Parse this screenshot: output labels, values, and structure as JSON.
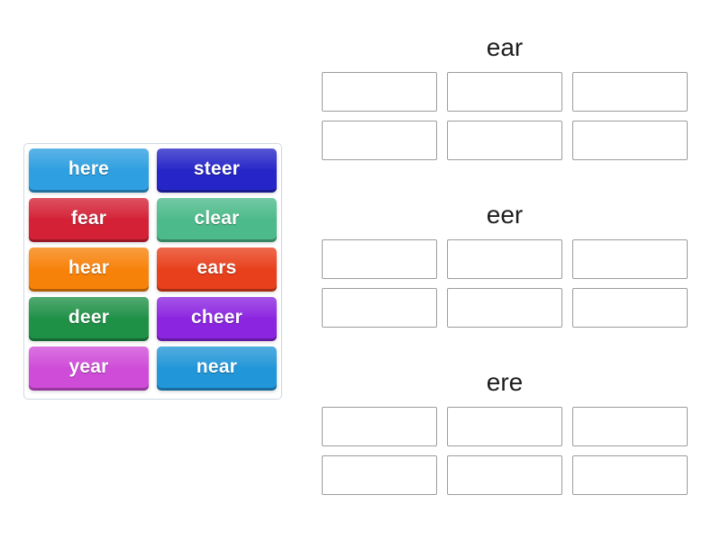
{
  "activity": {
    "type": "word-sort-drag-and-drop",
    "tile_text_color": "#ffffff",
    "panel_border_color": "#cfd9e0",
    "slot_border_color": "#9c9c9c",
    "heading_color": "#1d1d1d",
    "background_color": "#ffffff"
  },
  "word_bank": {
    "rows": [
      [
        {
          "label": "here",
          "color": "#2e9fe0"
        },
        {
          "label": "steer",
          "color": "#2626c8"
        }
      ],
      [
        {
          "label": "fear",
          "color": "#d42136"
        },
        {
          "label": "clear",
          "color": "#4cba8a"
        }
      ],
      [
        {
          "label": "hear",
          "color": "#f7820a"
        },
        {
          "label": "ears",
          "color": "#e8401c"
        }
      ],
      [
        {
          "label": "deer",
          "color": "#1f9147"
        },
        {
          "label": "cheer",
          "color": "#8b25e0"
        }
      ],
      [
        {
          "label": "year",
          "color": "#cf4cd8"
        },
        {
          "label": "near",
          "color": "#2196d8"
        }
      ]
    ]
  },
  "groups": [
    {
      "id": "ear",
      "title": "ear",
      "slot_rows": [
        [
          {
            "value": ""
          },
          {
            "value": ""
          },
          {
            "value": ""
          }
        ],
        [
          {
            "value": ""
          },
          {
            "value": ""
          },
          {
            "value": ""
          }
        ]
      ]
    },
    {
      "id": "eer",
      "title": "eer",
      "slot_rows": [
        [
          {
            "value": ""
          },
          {
            "value": ""
          },
          {
            "value": ""
          }
        ],
        [
          {
            "value": ""
          },
          {
            "value": ""
          },
          {
            "value": ""
          }
        ]
      ]
    },
    {
      "id": "ere",
      "title": "ere",
      "slot_rows": [
        [
          {
            "value": ""
          },
          {
            "value": ""
          },
          {
            "value": ""
          }
        ],
        [
          {
            "value": ""
          },
          {
            "value": ""
          },
          {
            "value": ""
          }
        ]
      ]
    }
  ]
}
